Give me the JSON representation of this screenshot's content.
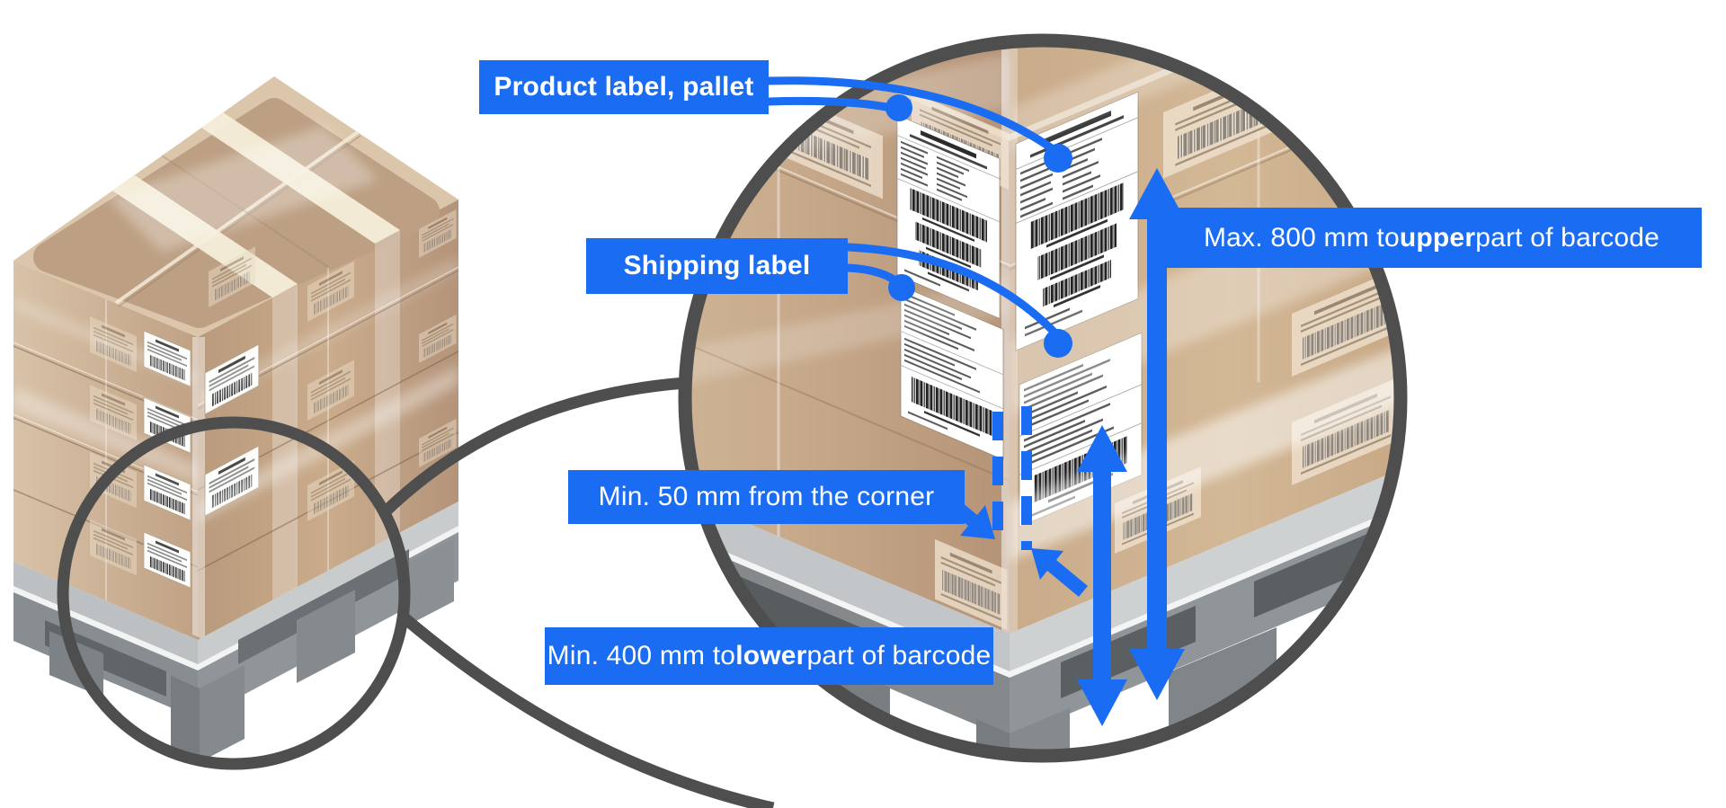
{
  "callouts": {
    "product_label": {
      "text": "Product label, pallet"
    },
    "shipping_label": {
      "text": "Shipping label"
    },
    "max_800": {
      "pre": "Max. 800 mm to ",
      "bold": "upper",
      "post": " part of barcode"
    },
    "min_50": {
      "text": "Min. 50 mm from the corner"
    },
    "min_400": {
      "pre": "Min. 400 mm to ",
      "bold": "lower",
      "post": " part of barcode"
    }
  },
  "colors": {
    "callout_blue": "#1a6df3",
    "circle_outline_gray": "#4e4e4e",
    "cardboard_tan": "#c2a585",
    "cardboard_light": "#d2b99e",
    "pallet_gray": "#85898c",
    "strap_cream": "#f4eed8",
    "label_white": "#ffffff",
    "barcode_black": "#222222"
  }
}
